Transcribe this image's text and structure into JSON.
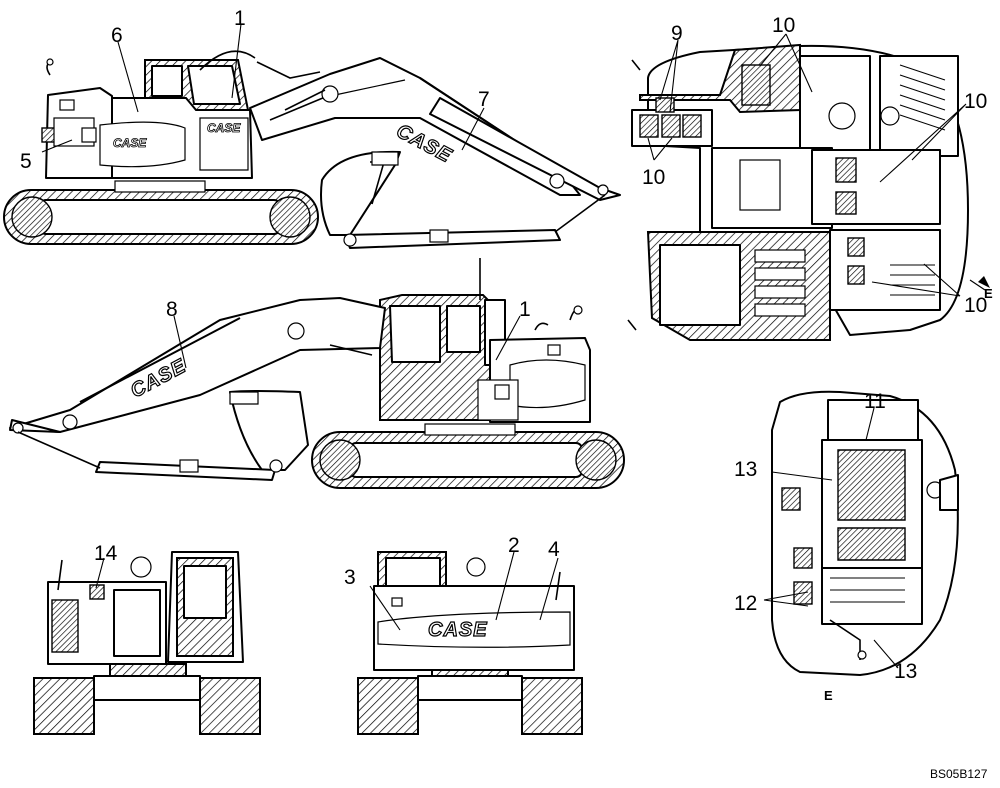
{
  "figure_code": "BS05B127",
  "brand_logo": "CASE",
  "direction_marker": "E",
  "callouts": {
    "c1": "1",
    "c2": "2",
    "c3": "3",
    "c4": "4",
    "c5": "5",
    "c6": "6",
    "c7": "7",
    "c8": "8",
    "c9": "9",
    "c10": "10",
    "c11": "11",
    "c12": "12",
    "c13": "13",
    "c14": "14"
  }
}
